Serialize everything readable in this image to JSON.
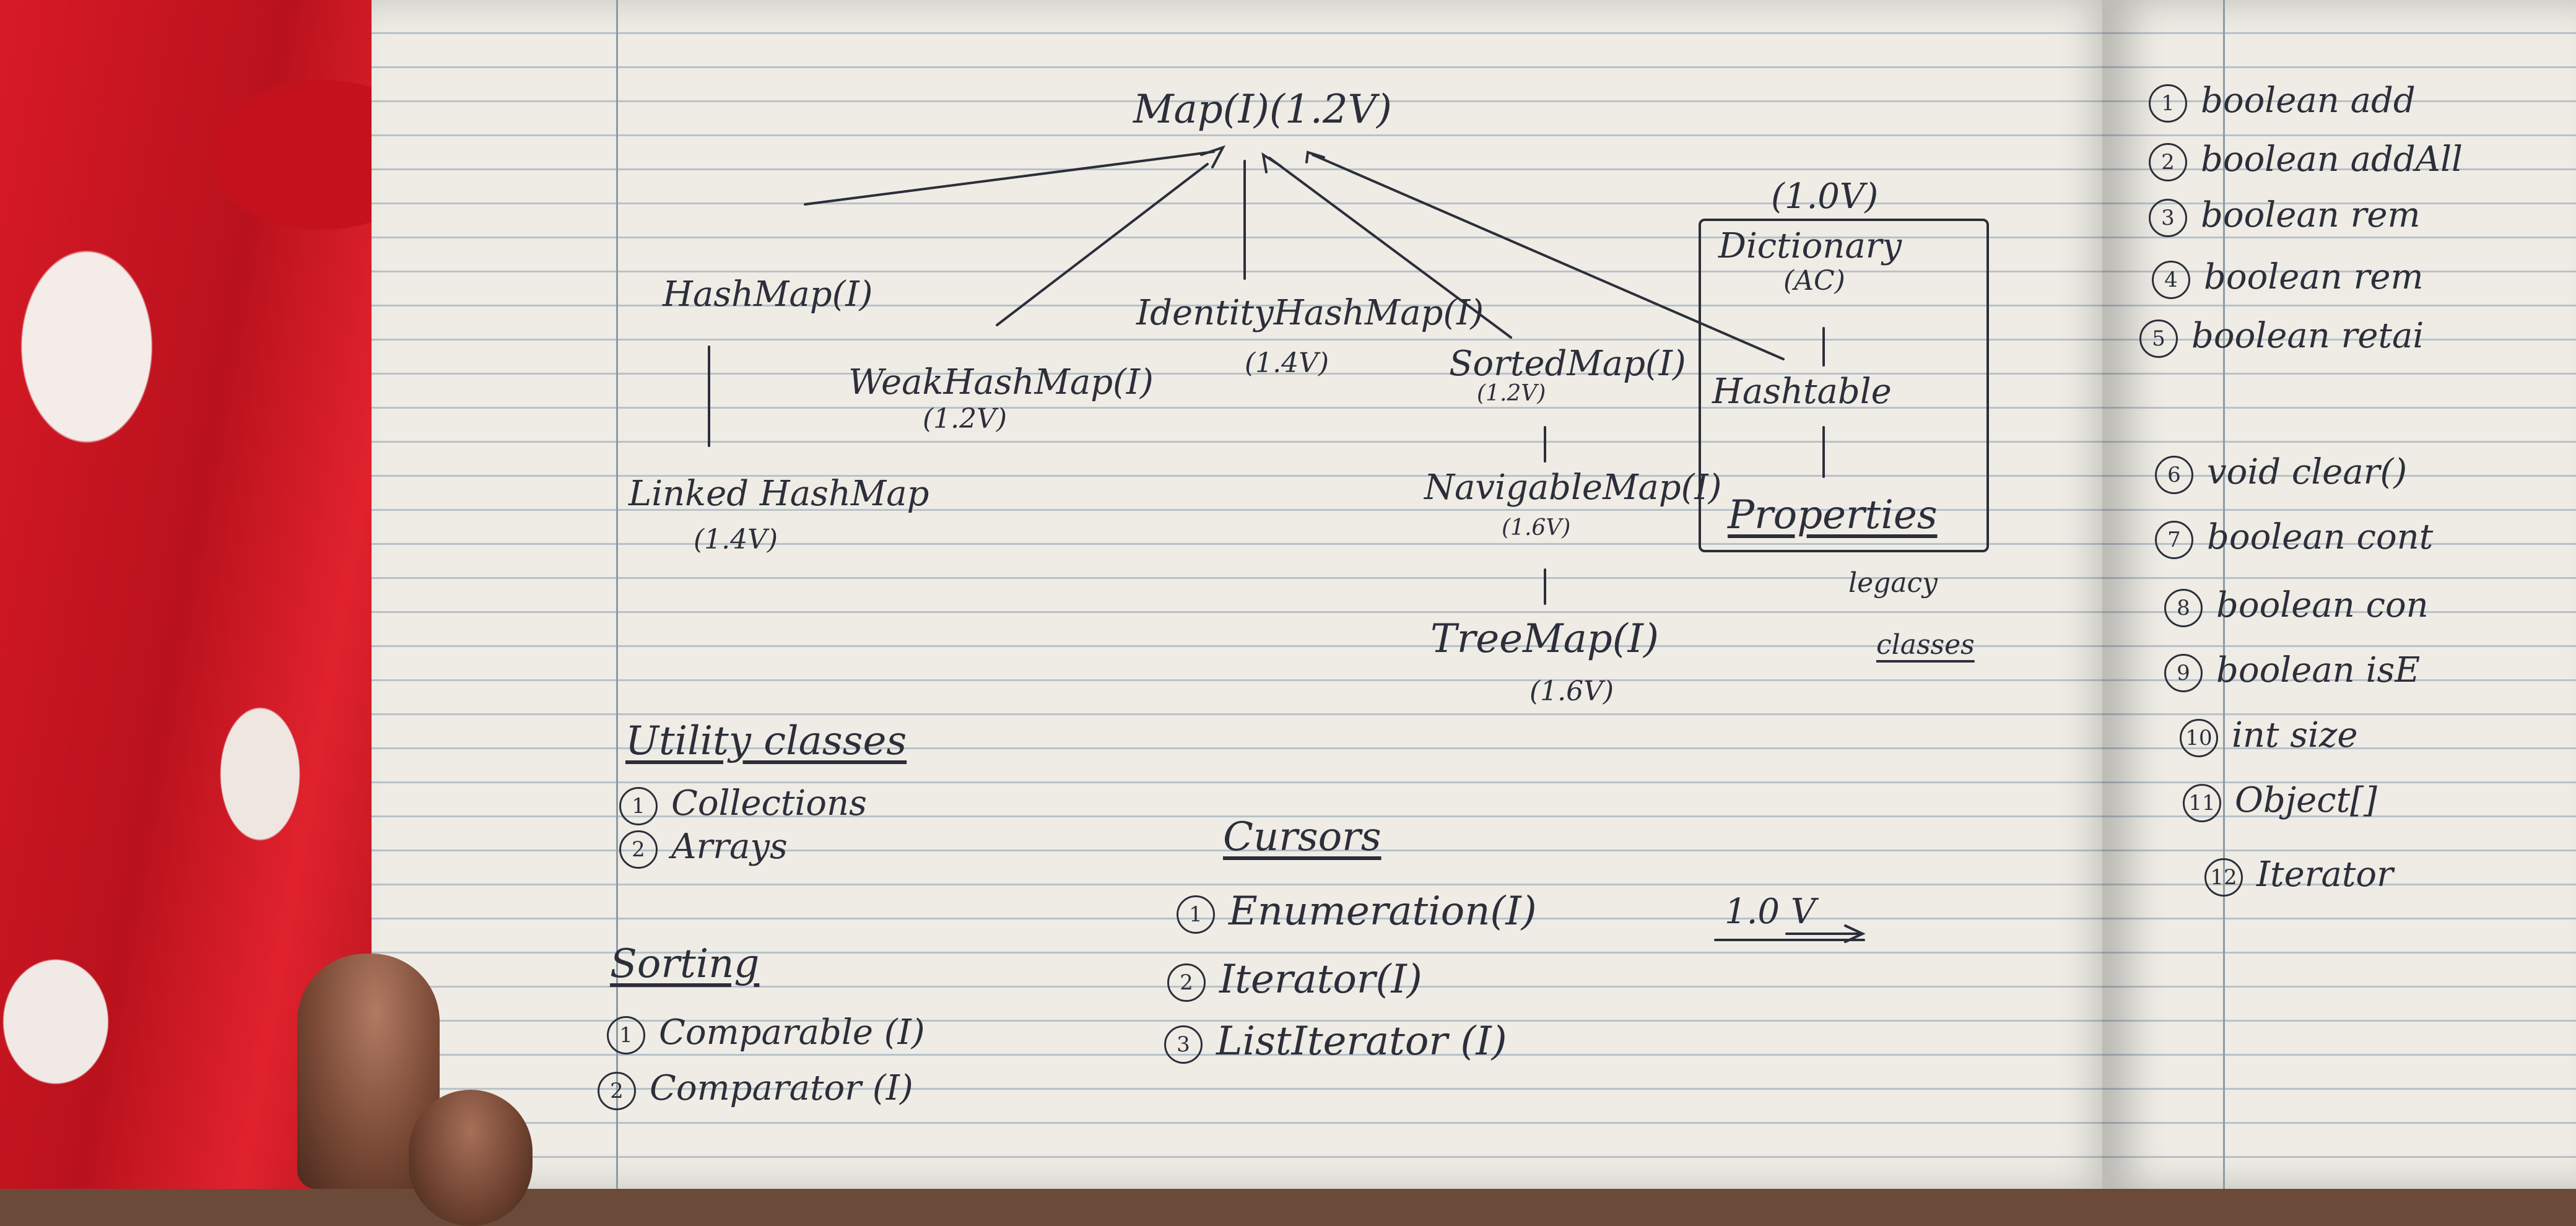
{
  "notes": {
    "hierarchy": {
      "map": "Map(I)(1.2V)",
      "hashmap": "HashMap(I)",
      "weakhashmap": "WeakHashMap(I)",
      "weakhashmap_ver": "(1.2V)",
      "identityhashmap": "IdentityHashMap(I)",
      "identityhashmap_ver": "(1.4V)",
      "sortedmap": "SortedMap(I)",
      "sortedmap_ver": "(1.2V)",
      "navigablemap": "NavigableMap(I)",
      "navigablemap_ver": "(1.6V)",
      "treemap": "TreeMap(I)",
      "treemap_ver": "(1.6V)",
      "linkedhashmap": "Linked HashMap",
      "linkedhashmap_ver": "(1.4V)",
      "dictionary_ver": "(1.0V)",
      "dictionary": "Dictionary",
      "dictionary_type": "(AC)",
      "hashtable": "Hashtable",
      "properties": "Properties",
      "legacy_1": "legacy",
      "legacy_2": "classes"
    },
    "utility": {
      "heading": "Utility classes",
      "items": [
        "Collections",
        "Arrays"
      ]
    },
    "sorting": {
      "heading": "Sorting",
      "items": [
        "Comparable (I)",
        "Comparator (I)"
      ]
    },
    "cursors": {
      "heading": "Cursors",
      "items": [
        "Enumeration(I)",
        "Iterator(I)",
        "ListIterator (I)"
      ],
      "enumeration_version": "1.0 V"
    },
    "methods": [
      {
        "n": "1",
        "text": "boolean add"
      },
      {
        "n": "2",
        "text": "boolean addAll"
      },
      {
        "n": "3",
        "text": "boolean rem"
      },
      {
        "n": "4",
        "text": "boolean rem"
      },
      {
        "n": "5",
        "text": "boolean retai"
      },
      {
        "n": "6",
        "text": "void clear()"
      },
      {
        "n": "7",
        "text": "boolean cont"
      },
      {
        "n": "8",
        "text": "boolean con"
      },
      {
        "n": "9",
        "text": "boolean isE"
      },
      {
        "n": "10",
        "text": "int size"
      },
      {
        "n": "11",
        "text": "Object[]"
      },
      {
        "n": "12",
        "text": "Iterator"
      }
    ]
  },
  "colors": {
    "ink": "#2c2f3a",
    "paper": "#eeece5",
    "cloth": "#d81a26"
  }
}
